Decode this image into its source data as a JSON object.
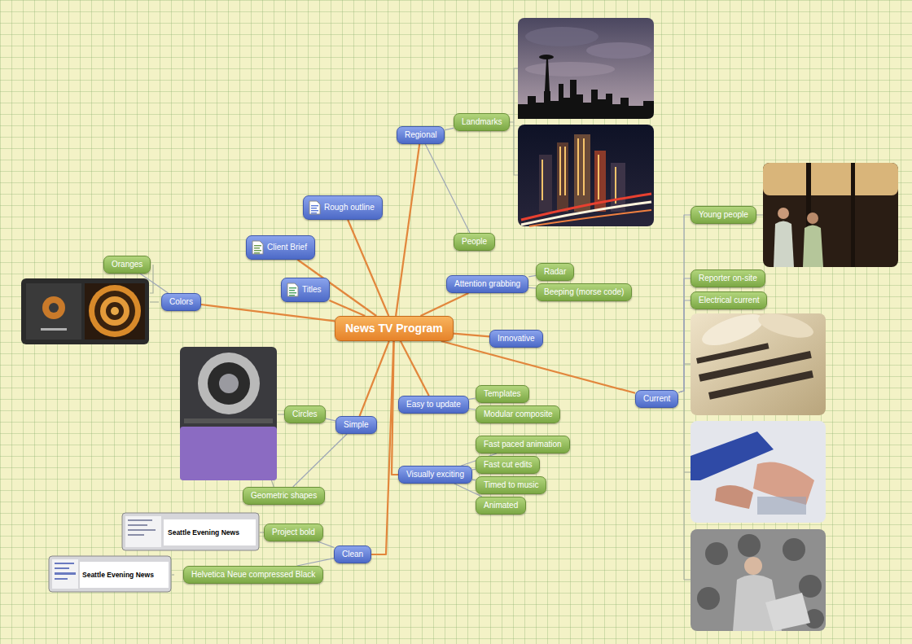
{
  "diagram": {
    "nodes": [
      {
        "text": [
          "News TV Program"
        ]
      },
      {
        "text": [
          "Regional"
        ]
      },
      {
        "text": [
          "Landmarks"
        ]
      },
      {
        "text": [
          "People"
        ]
      },
      {
        "text": [
          "Rough outline"
        ]
      },
      {
        "text": [
          "Client Brief"
        ]
      },
      {
        "text": [
          "Titles"
        ]
      },
      {
        "text": [
          "Colors"
        ]
      },
      {
        "text": [
          "Oranges"
        ]
      },
      {
        "text": [
          "Attention grabbing"
        ]
      },
      {
        "text": [
          "Radar"
        ]
      },
      {
        "text": [
          "Beeping (morse code)"
        ]
      },
      {
        "text": [
          "Innovative"
        ]
      },
      {
        "text": [
          "Current"
        ]
      },
      {
        "text": [
          "Young people"
        ]
      },
      {
        "text": [
          "Reporter on-site"
        ]
      },
      {
        "text": [
          "Electrical current"
        ]
      },
      {
        "text": [
          "Easy to update"
        ]
      },
      {
        "text": [
          "Templates"
        ]
      },
      {
        "text": [
          "Modular composite"
        ]
      },
      {
        "text": [
          "Visually exciting"
        ]
      },
      {
        "text": [
          "Fast paced animation"
        ]
      },
      {
        "text": [
          "Fast cut edits"
        ]
      },
      {
        "text": [
          "Timed to music"
        ]
      },
      {
        "text": [
          "Animated"
        ]
      },
      {
        "text": [
          "Simple"
        ]
      },
      {
        "text": [
          "Circles"
        ]
      },
      {
        "text": [
          "Geometric shapes"
        ]
      },
      {
        "text": [
          "Clean"
        ]
      },
      {
        "text": [
          "Project bold"
        ]
      },
      {
        "text": [
          "Helvetica Neue compressed Black"
        ]
      }
    ],
    "edges": [
      {
        "from": 0,
        "to": 1,
        "arrow": "none"
      },
      {
        "from": 0,
        "to": 4,
        "arrow": "none"
      },
      {
        "from": 0,
        "to": 5,
        "arrow": "none"
      },
      {
        "from": 0,
        "to": 6,
        "arrow": "none"
      },
      {
        "from": 0,
        "to": 7,
        "arrow": "none"
      },
      {
        "from": 0,
        "to": 9,
        "arrow": "none"
      },
      {
        "from": 0,
        "to": 12,
        "arrow": "none"
      },
      {
        "from": 0,
        "to": 13,
        "arrow": "none"
      },
      {
        "from": 0,
        "to": 17,
        "arrow": "none"
      },
      {
        "from": 0,
        "to": 20,
        "arrow": "none"
      },
      {
        "from": 0,
        "to": 25,
        "arrow": "none"
      },
      {
        "from": 0,
        "to": 28,
        "arrow": "none"
      },
      {
        "from": 1,
        "to": 2,
        "arrow": "none"
      },
      {
        "from": 1,
        "to": 3,
        "arrow": "none"
      },
      {
        "from": 7,
        "to": 8,
        "arrow": "none"
      },
      {
        "from": 9,
        "to": 10,
        "arrow": "none"
      },
      {
        "from": 9,
        "to": 11,
        "arrow": "none"
      },
      {
        "from": 13,
        "to": 14,
        "arrow": "none"
      },
      {
        "from": 13,
        "to": 15,
        "arrow": "none"
      },
      {
        "from": 13,
        "to": 16,
        "arrow": "none"
      },
      {
        "from": 17,
        "to": 18,
        "arrow": "none"
      },
      {
        "from": 17,
        "to": 19,
        "arrow": "none"
      },
      {
        "from": 20,
        "to": 21,
        "arrow": "none"
      },
      {
        "from": 20,
        "to": 22,
        "arrow": "none"
      },
      {
        "from": 20,
        "to": 23,
        "arrow": "none"
      },
      {
        "from": 20,
        "to": 24,
        "arrow": "none"
      },
      {
        "from": 25,
        "to": 26,
        "arrow": "none"
      },
      {
        "from": 25,
        "to": 27,
        "arrow": "none"
      },
      {
        "from": 28,
        "to": 29,
        "arrow": "none"
      },
      {
        "from": 28,
        "to": 30,
        "arrow": "none"
      }
    ],
    "labels": [
      "Seattle Evening News",
      "Seattle Evening News"
    ]
  }
}
